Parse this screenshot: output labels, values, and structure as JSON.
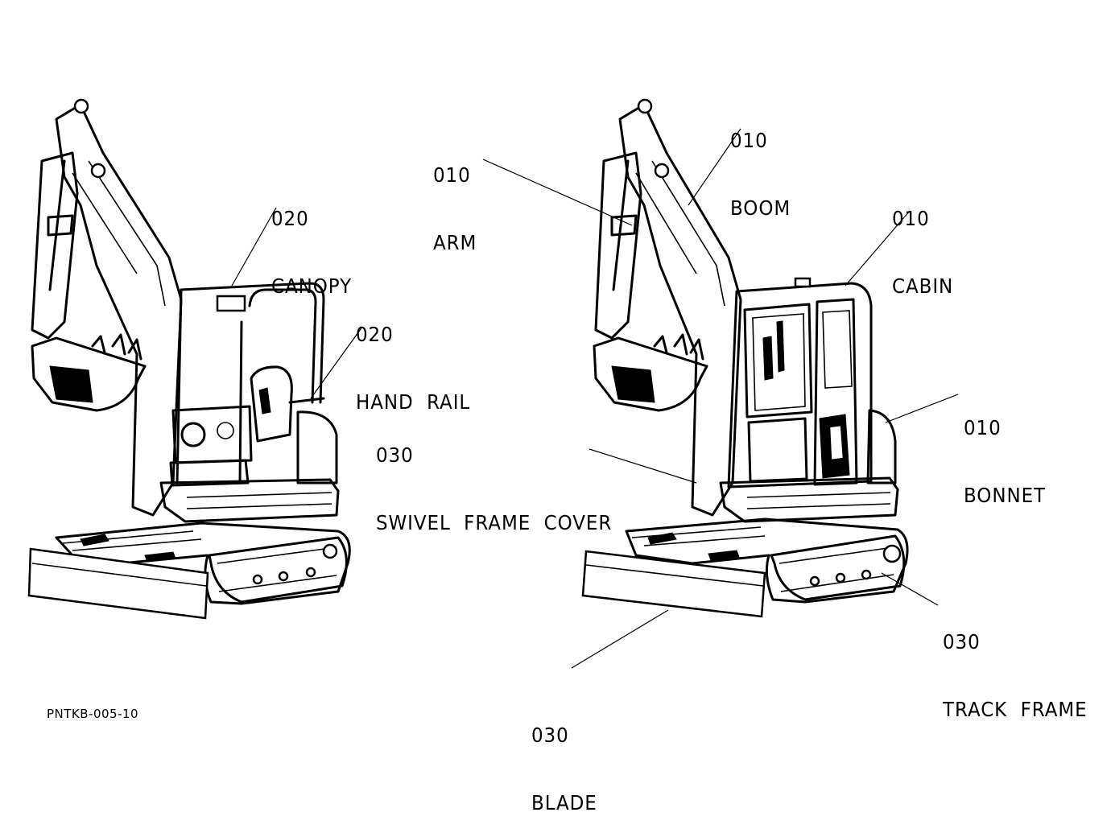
{
  "document_id": "PNTKB-005-10",
  "callouts": {
    "canopy": {
      "code": "020",
      "name": "CANOPY"
    },
    "hand_rail": {
      "code": "020",
      "name": "HAND  RAIL"
    },
    "swivel": {
      "code": "030",
      "name": "SWIVEL  FRAME  COVER"
    },
    "arm": {
      "code": "010",
      "name": "ARM"
    },
    "boom": {
      "code": "010",
      "name": "BOOM"
    },
    "cabin": {
      "code": "010",
      "name": "CABIN"
    },
    "bonnet": {
      "code": "010",
      "name": "BONNET"
    },
    "track_frame": {
      "code": "030",
      "name": "TRACK  FRAME"
    },
    "blade": {
      "code": "030",
      "name": "BLADE"
    }
  }
}
